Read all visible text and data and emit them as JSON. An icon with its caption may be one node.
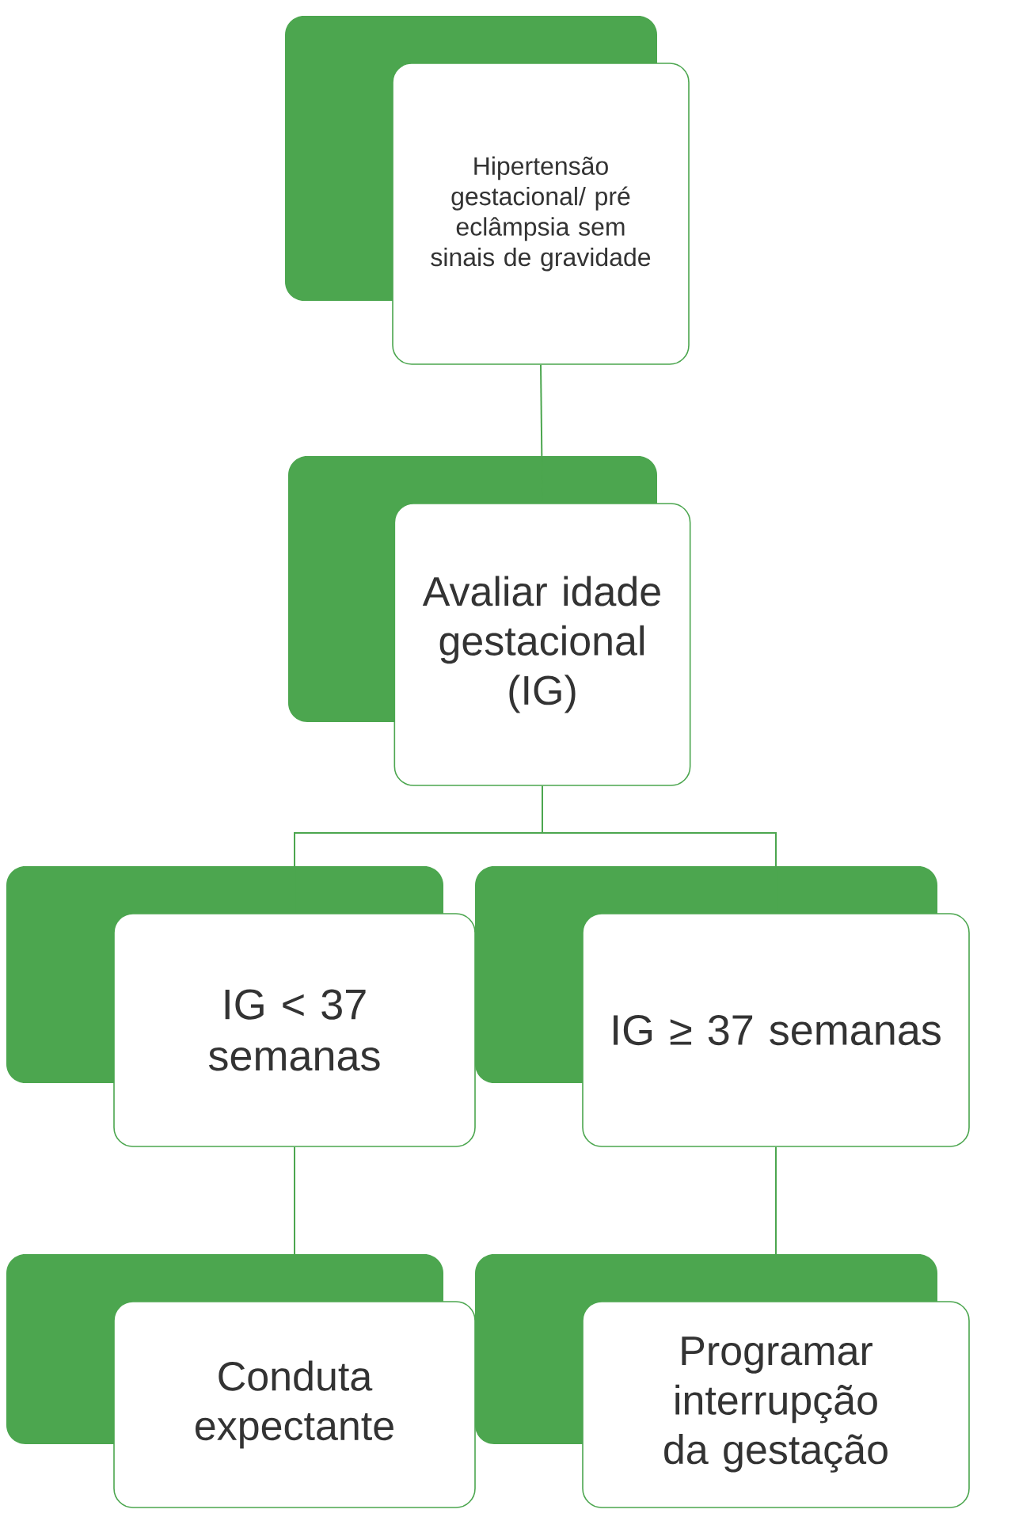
{
  "diagram": {
    "nodes": [
      {
        "text": [
          "Hipertensão gestacional/ pré eclâmpsia sem sinais de gravidade"
        ]
      },
      {
        "text": [
          "Avaliar idade gestacional (IG)"
        ]
      },
      {
        "text": [
          "IG < 37 semanas"
        ]
      },
      {
        "text": [
          "IG ≥ 37 semanas"
        ]
      },
      {
        "text": [
          "Conduta expectante"
        ]
      },
      {
        "text": [
          "Programar interrupção da gestação"
        ]
      }
    ],
    "edges": [
      {
        "from": 0,
        "to": 1,
        "arrow": "none"
      },
      {
        "from": 1,
        "to": 2,
        "arrow": "none"
      },
      {
        "from": 1,
        "to": 3,
        "arrow": "none"
      },
      {
        "from": 2,
        "to": 4,
        "arrow": "none"
      },
      {
        "from": 3,
        "to": 5,
        "arrow": "none"
      }
    ]
  }
}
